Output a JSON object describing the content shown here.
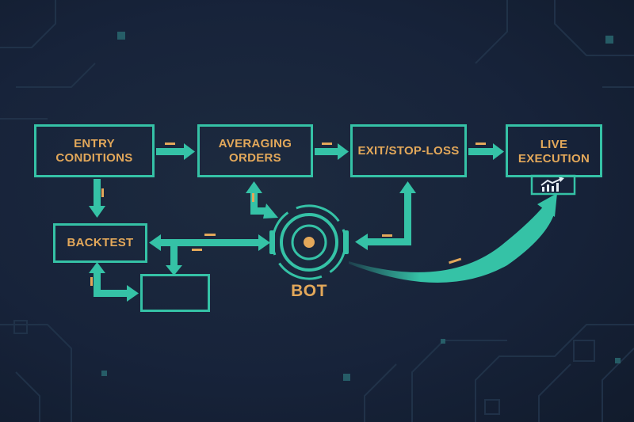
{
  "nodes": {
    "entry": "ENTRY\nCONDITIONS",
    "averaging": "AVERAGING\nORDERS",
    "exit": "EXIT/STOP-LOSS",
    "live": "LIVE\nEXECUTION",
    "backtest": "BACKTEST",
    "empty_box": ""
  },
  "bot": {
    "label": "BOT"
  },
  "icons": {
    "bot": "target-icon",
    "live_chart": "trend-up-chart-icon"
  },
  "colors": {
    "background": "#17233a",
    "accent": "#35c2a6",
    "text": "#e3a85a",
    "circuit": "#24344c"
  }
}
